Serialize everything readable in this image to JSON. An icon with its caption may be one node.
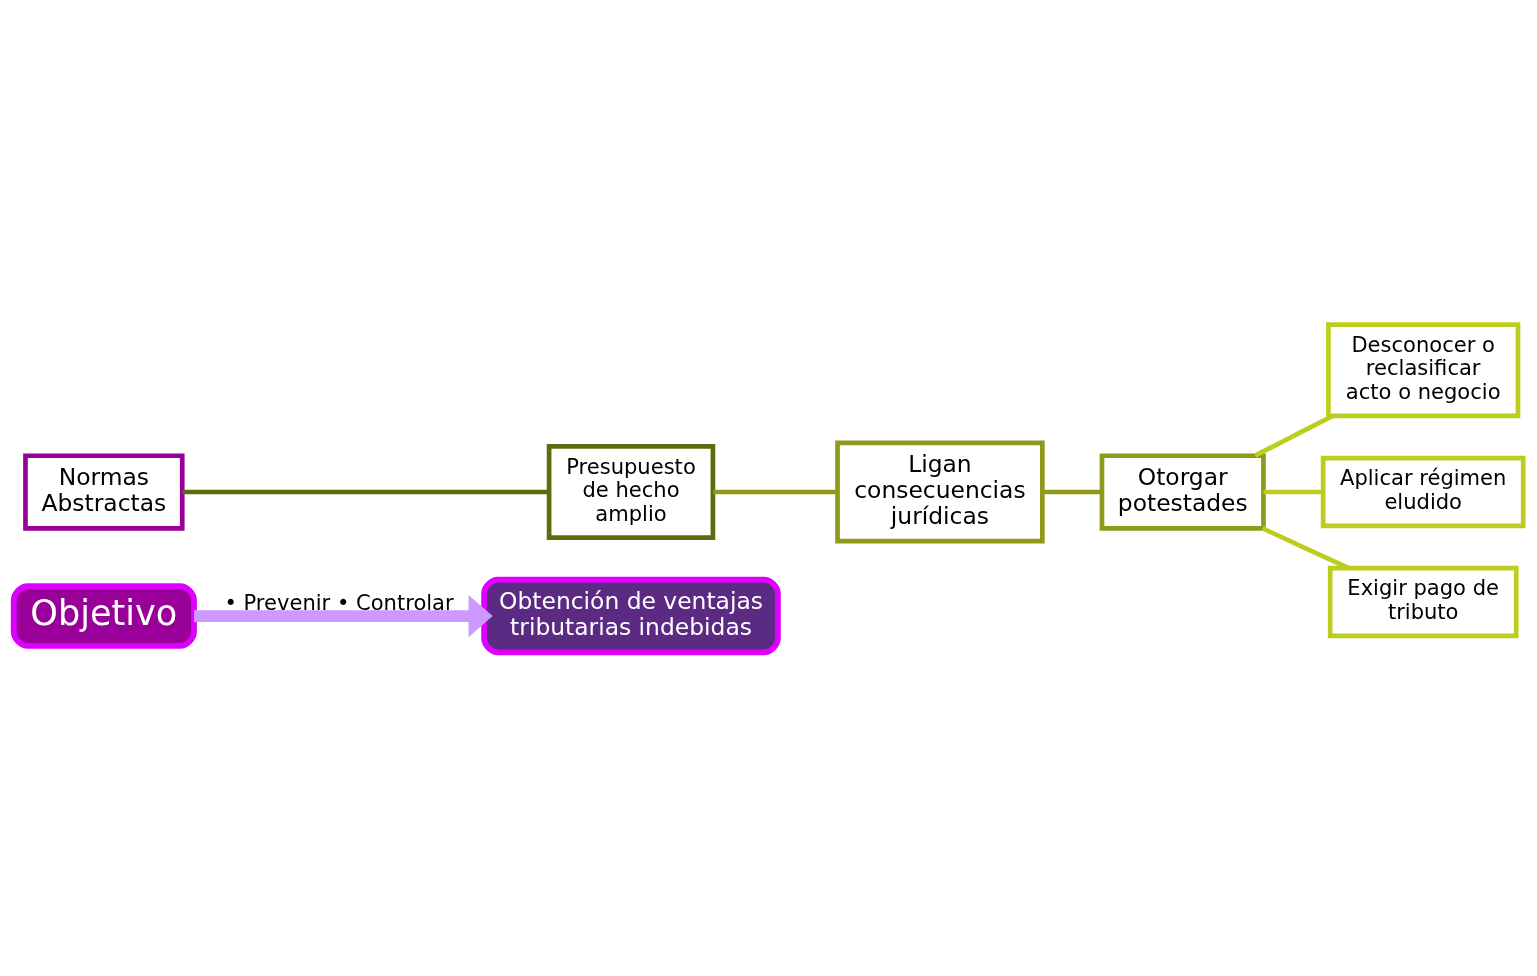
{
  "diagram": {
    "nodes": [
      {
        "text": [
          "Objetivo"
        ]
      },
      {
        "text": [
          "Obtención de ventajas tributarias indebidas"
        ]
      },
      {
        "text": [
          "Normas Abstractas"
        ]
      },
      {
        "text": [
          "Presupuesto de hecho amplio"
        ]
      },
      {
        "text": [
          "Ligan consecuencias jurídicas"
        ]
      },
      {
        "text": [
          "Otorgar potestades"
        ]
      },
      {
        "text": [
          "Desconocer o reclasificar acto o negocio"
        ]
      },
      {
        "text": [
          "Aplicar régimen eludido"
        ]
      },
      {
        "text": [
          "Exigir pago de tributo"
        ]
      }
    ],
    "edges": [
      {
        "from": 0,
        "to": 1,
        "arrow": "to",
        "label": "• Prevenir • Controlar",
        "style": "thick",
        "color": "#cc99ff"
      },
      {
        "from": 2,
        "to": 3,
        "arrow": "none",
        "color": "#5f6b10"
      },
      {
        "from": 3,
        "to": 4,
        "arrow": "none",
        "color": "#8f9a1a"
      },
      {
        "from": 4,
        "to": 5,
        "arrow": "none",
        "color": "#8f9a1a"
      },
      {
        "from": 5,
        "to": 6,
        "arrow": "none"
      },
      {
        "from": 5,
        "to": 7,
        "arrow": "none"
      },
      {
        "from": 5,
        "to": 8,
        "arrow": "none"
      }
    ]
  }
}
